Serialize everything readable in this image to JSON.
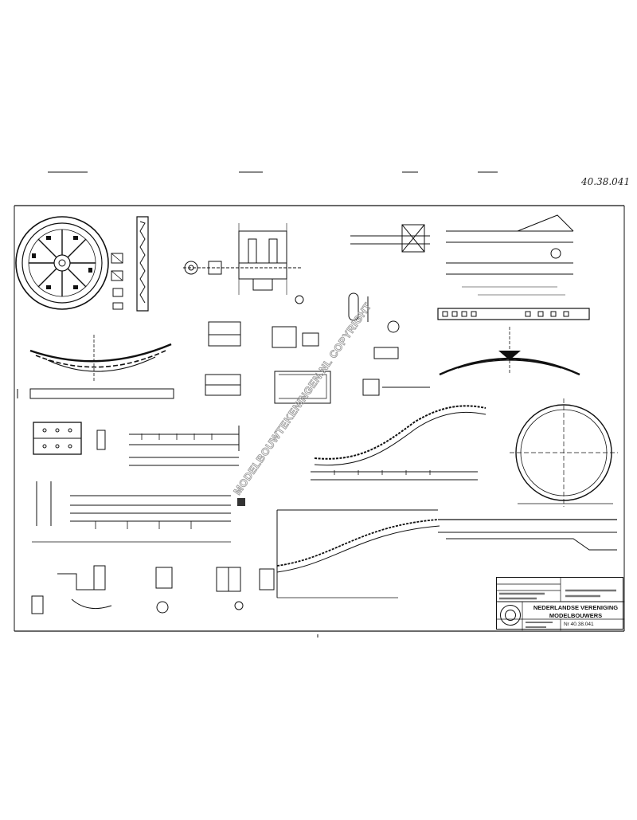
{
  "drawing": {
    "number": "40.38.041",
    "watermark": "MODELBOUWTEKENINGEN.NL COPYRIGHT"
  },
  "title_block": {
    "organization_line1": "NEDERLANDSE VERENIGING",
    "organization_line2": "MODELBOUWERS",
    "sheet_number": "Nr 40.38.041"
  },
  "icons": {
    "logo": "association-seal-icon",
    "wheel": "wheel-drawing-icon",
    "spring": "leaf-spring-icon"
  }
}
